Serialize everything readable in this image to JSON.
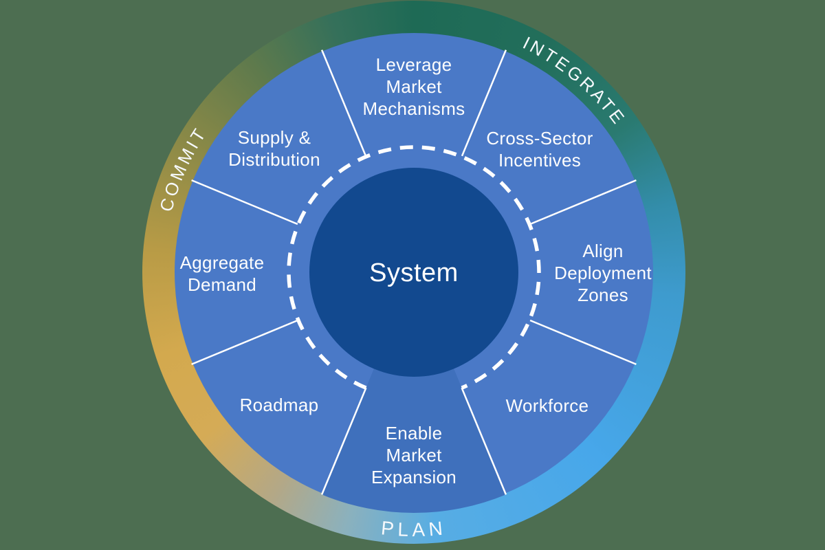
{
  "wheel": {
    "center_label": "System",
    "phase_labels": {
      "commit": "COMMIT",
      "integrate": "INTEGRATE",
      "plan": "PLAN"
    },
    "segments": [
      {
        "name": "leverage-market-mechanisms",
        "lines": [
          "Leverage",
          "Market",
          "Mechanisms"
        ]
      },
      {
        "name": "cross-sector-incentives",
        "lines": [
          "Cross-Sector",
          "Incentives"
        ]
      },
      {
        "name": "align-deployment-zones",
        "lines": [
          "Align",
          "Deployment",
          "Zones"
        ]
      },
      {
        "name": "workforce",
        "lines": [
          "Workforce"
        ]
      },
      {
        "name": "enable-market-expansion",
        "lines": [
          "Enable",
          "Market",
          "Expansion"
        ]
      },
      {
        "name": "roadmap",
        "lines": [
          "Roadmap"
        ]
      },
      {
        "name": "aggregate-demand",
        "lines": [
          "Aggregate",
          "Demand"
        ]
      },
      {
        "name": "supply-distribution",
        "lines": [
          "Supply &",
          "Distribution"
        ]
      }
    ],
    "colors": {
      "background": "#4d6e51",
      "disc": "#4a79c7",
      "wedge": "#3f70bc",
      "center_circle": "#12498f",
      "divider": "#ffffff",
      "label_text": "#fdfdfd"
    },
    "ring_gradient": [
      {
        "angle": 0,
        "color": "#1e6a55"
      },
      {
        "angle": 30,
        "color": "#226e5b"
      },
      {
        "angle": 55,
        "color": "#2a7a70"
      },
      {
        "angle": 75,
        "color": "#338daa"
      },
      {
        "angle": 95,
        "color": "#3e9bce"
      },
      {
        "angle": 135,
        "color": "#47a7ea"
      },
      {
        "angle": 175,
        "color": "#57ade4"
      },
      {
        "angle": 195,
        "color": "#8bb1bd"
      },
      {
        "angle": 212,
        "color": "#b3a887"
      },
      {
        "angle": 232,
        "color": "#d5ab56"
      },
      {
        "angle": 252,
        "color": "#d3a94e"
      },
      {
        "angle": 275,
        "color": "#b89b46"
      },
      {
        "angle": 300,
        "color": "#8a8947"
      },
      {
        "angle": 322,
        "color": "#5f7a4c"
      },
      {
        "angle": 342,
        "color": "#35705a"
      },
      {
        "angle": 360,
        "color": "#1e6a55"
      }
    ]
  }
}
